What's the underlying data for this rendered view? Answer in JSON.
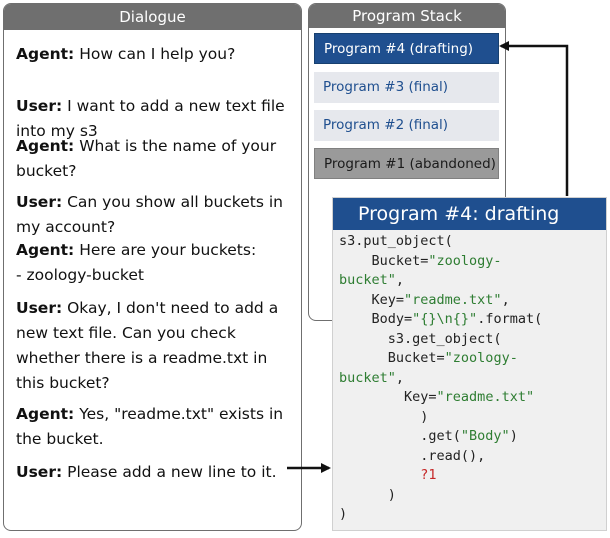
{
  "dialogue": {
    "title": "Dialogue",
    "turns": [
      {
        "speaker": "Agent:",
        "lines": [
          "How can I help you?"
        ]
      },
      {
        "speaker": "User:",
        "lines": [
          "I want to add a new text file",
          "into my s3"
        ]
      },
      {
        "speaker": "Agent:",
        "lines": [
          "What is the name of your",
          "bucket?"
        ]
      },
      {
        "speaker": "User:",
        "lines": [
          "Can you show all buckets in",
          "my account?"
        ]
      },
      {
        "speaker": "Agent:",
        "lines": [
          "Here are your buckets:",
          " - zoology-bucket"
        ]
      },
      {
        "speaker": "User:",
        "lines": [
          "Okay, I don't need to add a",
          "new text file. Can you check",
          "whether there is a readme.txt in",
          "this bucket?"
        ]
      },
      {
        "speaker": "Agent:",
        "lines": [
          "Yes, \"readme.txt\" exists in",
          "the bucket."
        ]
      },
      {
        "speaker": "User:",
        "lines": [
          "Please add a new line to it."
        ]
      }
    ]
  },
  "stack": {
    "title": "Program Stack",
    "programs": [
      {
        "label": "Program #4 (drafting)",
        "status": "drafting"
      },
      {
        "label": "Program #3 (final)",
        "status": "final"
      },
      {
        "label": "Program #2 (final)",
        "status": "final"
      },
      {
        "label": "Program #1 (abandoned)",
        "status": "abandoned"
      }
    ]
  },
  "detail": {
    "title": "Program #4: drafting",
    "code_lines": [
      [
        {
          "t": "s3.put_object(",
          "c": "plain"
        }
      ],
      [
        {
          "t": "    Bucket=",
          "c": "plain"
        },
        {
          "t": "\"zoology-",
          "c": "str"
        }
      ],
      [
        {
          "t": "bucket\"",
          "c": "str"
        },
        {
          "t": ",",
          "c": "plain"
        }
      ],
      [
        {
          "t": "    Key=",
          "c": "plain"
        },
        {
          "t": "\"readme.txt\"",
          "c": "str"
        },
        {
          "t": ",",
          "c": "plain"
        }
      ],
      [
        {
          "t": "    Body=",
          "c": "plain"
        },
        {
          "t": "\"{}\\n{}\"",
          "c": "str"
        },
        {
          "t": ".format(",
          "c": "plain"
        }
      ],
      [
        {
          "t": "      s3.get_object(",
          "c": "plain"
        }
      ],
      [
        {
          "t": "      Bucket=",
          "c": "plain"
        },
        {
          "t": "\"zoology-",
          "c": "str"
        }
      ],
      [
        {
          "t": "bucket\"",
          "c": "str"
        },
        {
          "t": ",",
          "c": "plain"
        }
      ],
      [
        {
          "t": "        Key=",
          "c": "plain"
        },
        {
          "t": "\"readme.txt\"",
          "c": "str"
        }
      ],
      [
        {
          "t": "          )",
          "c": "plain"
        }
      ],
      [
        {
          "t": "          .get(",
          "c": "plain"
        },
        {
          "t": "\"Body\"",
          "c": "str"
        },
        {
          "t": ")",
          "c": "plain"
        }
      ],
      [
        {
          "t": "          .read(),",
          "c": "plain"
        }
      ],
      [
        {
          "t": "          ?1",
          "c": "err"
        }
      ],
      [
        {
          "t": "      )",
          "c": "plain"
        }
      ],
      [
        {
          "t": ")",
          "c": "plain"
        }
      ]
    ]
  },
  "colors": {
    "panel_gray": "#6f6f6f",
    "program_blue": "#1f4f8f",
    "string_green": "#2e7d32",
    "hole_red": "#c62828"
  }
}
